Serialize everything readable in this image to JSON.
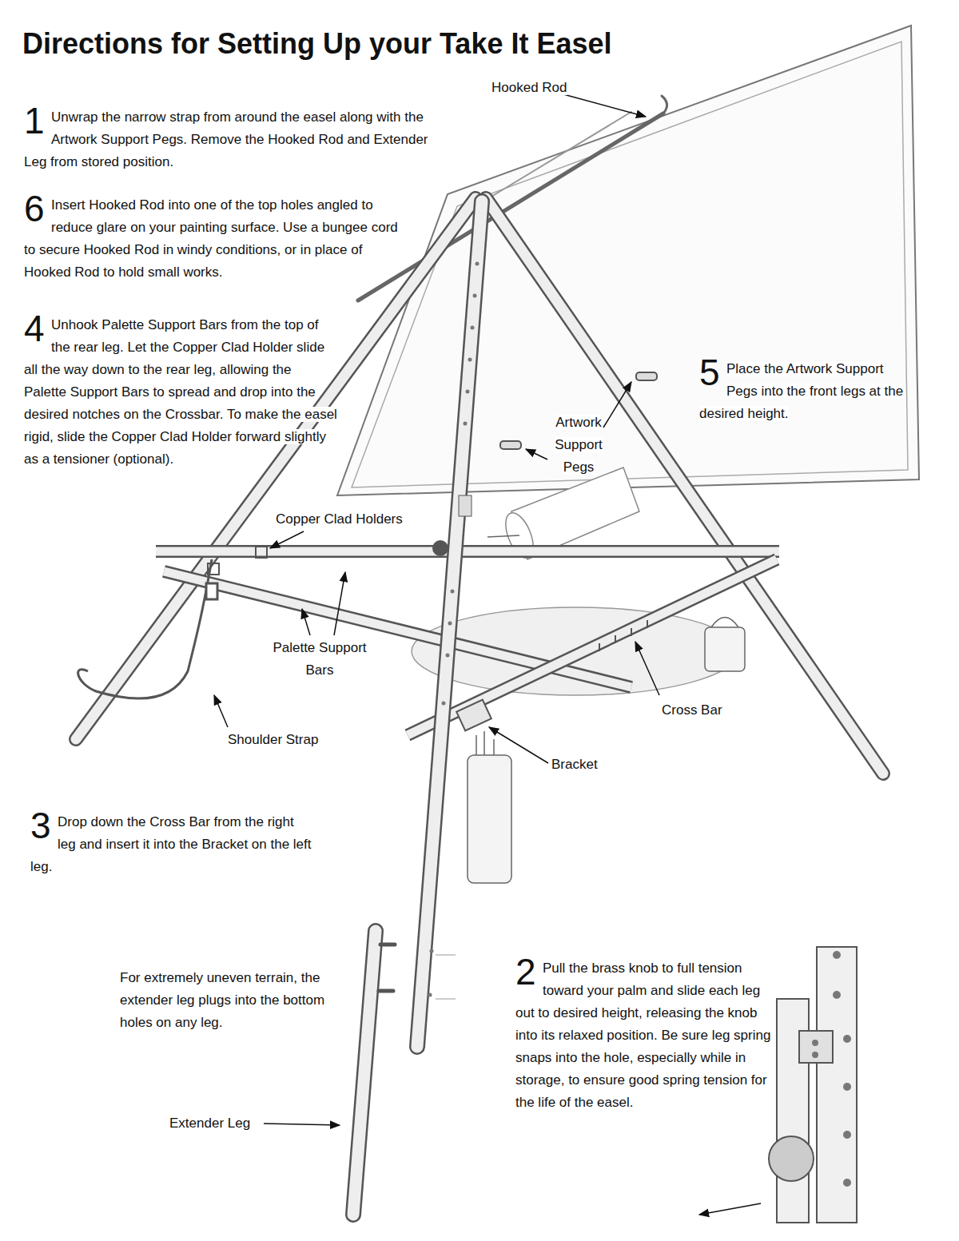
{
  "diagram": {
    "title": "Directions for Setting Up your Take It Easel",
    "labels": [
      "1",
      "Unwrap the narrow strap from around the easel along with the Artwork Support Pegs. Remove the Hooked Rod and Extender Leg from stored position.",
      "Hooked Rod",
      "6",
      "Insert Hooked Rod into one of the top holes angled to reduce glare on your painting surface. Use a bungee cord to secure Hooked Rod in windy conditions, or in place of Hooked Rod to hold small works.",
      "4",
      "Unhook Palette Support Bars from the top of the rear leg. Let the Copper Clad Holder slide all the way down to the rear leg, allowing the Palette Support Bars to spread and drop into the desired notches on the Crossbar. To make the easel rigid, slide the Copper Clad Holder forward slightly as a tensioner (optional).",
      "5",
      "Place the Artwork Support Pegs into the front legs at the desired height.",
      "Artwork Support Pegs",
      "Copper Clad Holders",
      "Palette Support Bars",
      "Shoulder Strap",
      "Cross Bar",
      "Bracket",
      "3",
      "Drop down the Cross Bar from the right leg and insert it into the Bracket on the left leg.",
      "For extremely uneven terrain, the extender leg plugs into the bottom holes on any leg.",
      "2",
      "Pull the brass knob to full tension toward your palm and slide each leg out to desired height, releasing the knob into its relaxed position. Be sure leg spring snaps into the hole, especially while in storage, to ensure good spring tension for the life of the easel.",
      "Extender Leg"
    ]
  }
}
